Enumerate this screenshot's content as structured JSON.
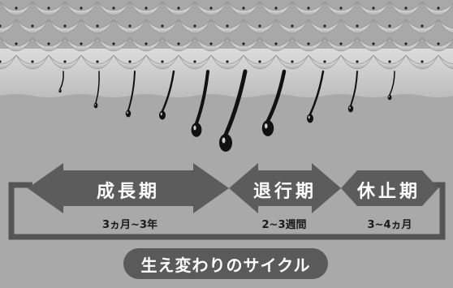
{
  "phases": [
    {
      "label": "成長期",
      "duration": "3ヵ月~3年"
    },
    {
      "label": "退行期",
      "duration": "2~3週間"
    },
    {
      "label": "休止期",
      "duration": "3~4ヵ月"
    }
  ],
  "cycle": {
    "label": "生え変わりのサイクル"
  },
  "colors": {
    "arrow": "#5c5c5c",
    "loop": "#555555",
    "skin_upper": "#c9c9c9",
    "skin_lower": "#a9a9a9",
    "hair": "#111111"
  }
}
